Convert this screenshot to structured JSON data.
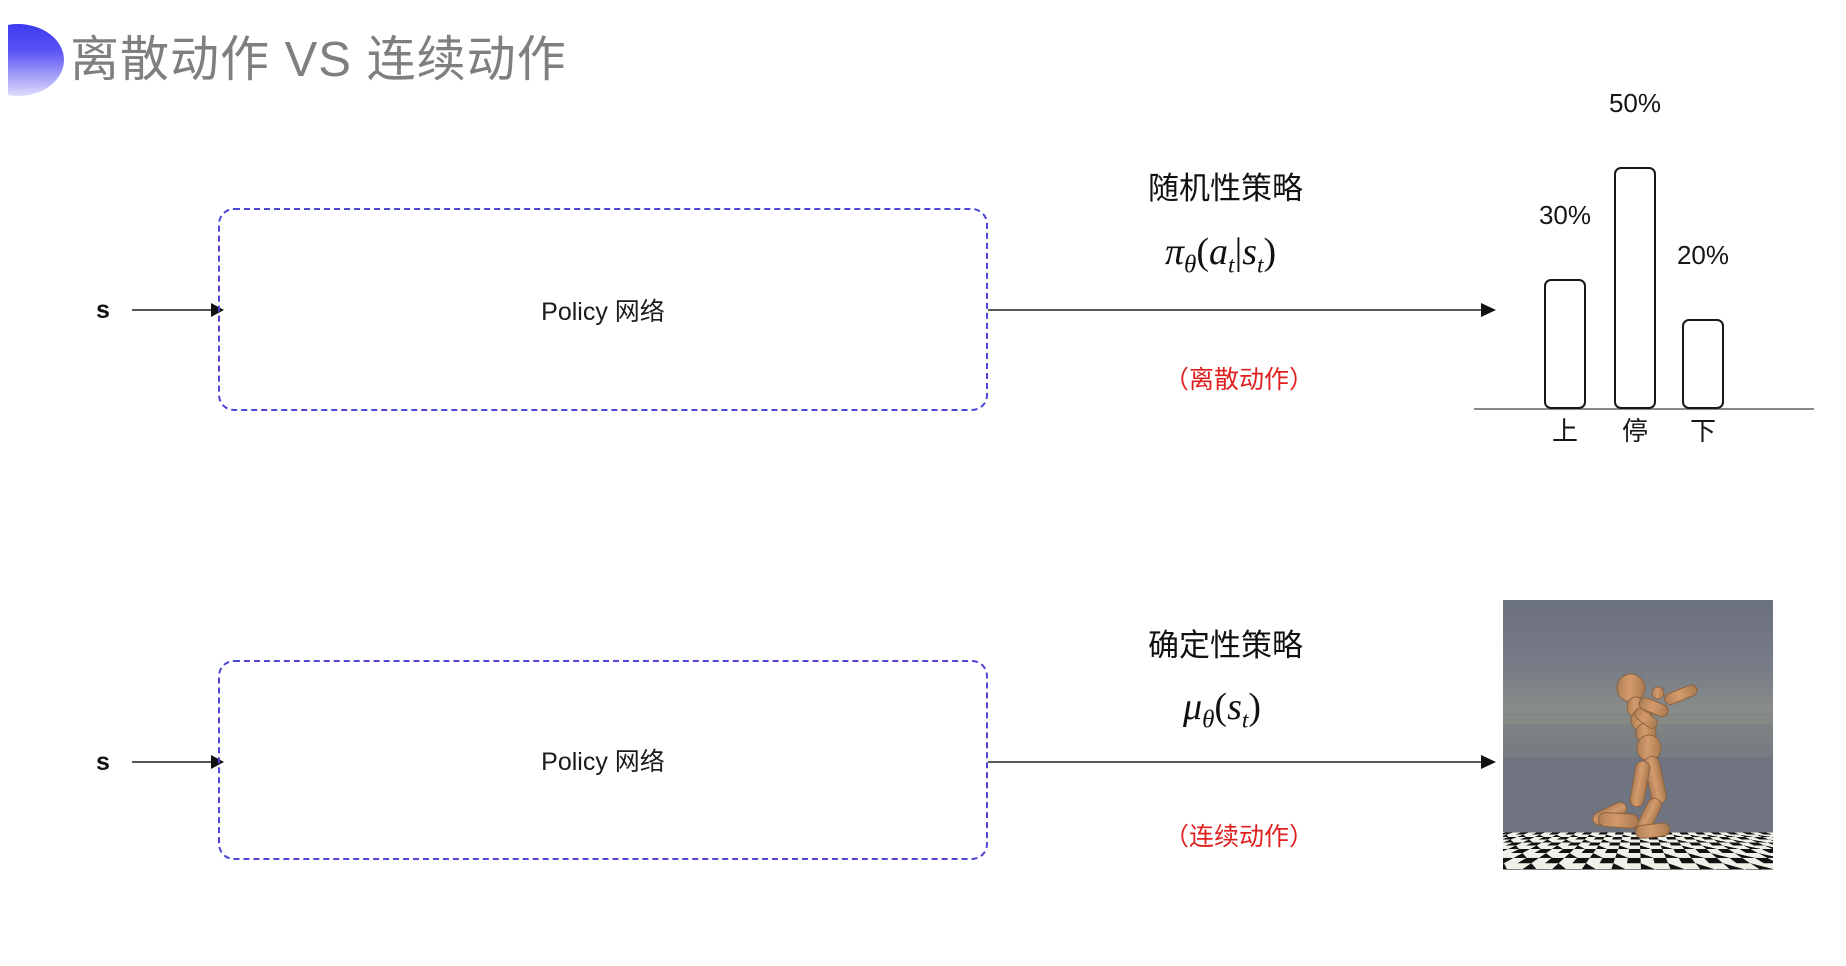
{
  "slide": {
    "title": "离散动作 VS 连续动作",
    "bullet_icon": "half-circle-gradient-icon",
    "title_color": "#7f7f7f",
    "accent_color": "#4d47d6",
    "highlight_color": "#e02020",
    "background": "#ffffff"
  },
  "rows": [
    {
      "id": "discrete",
      "input_label": "s",
      "box_label": "Policy 网络",
      "policy_title": "随机性策略",
      "formula": {
        "fn": "π",
        "subscript": "θ",
        "open": "(",
        "arg1": "a",
        "arg1_sub": "t",
        "bar": "|",
        "arg2": "s",
        "arg2_sub": "t",
        "close": ")"
      },
      "action_type": "（离散动作）"
    },
    {
      "id": "continuous",
      "input_label": "s",
      "box_label": "Policy 网络",
      "policy_title": "确定性策略",
      "formula": {
        "fn": "μ",
        "subscript": "θ",
        "open": "(",
        "arg1": "s",
        "arg1_sub": "t",
        "close": ")"
      },
      "action_type": "（连续动作）"
    }
  ],
  "chart_data": {
    "type": "bar",
    "title": "",
    "categories": [
      "上",
      "停",
      "下"
    ],
    "values": [
      30,
      50,
      20
    ],
    "value_labels": [
      "30%",
      "50%",
      "20%"
    ],
    "xlabel": "",
    "ylabel": "",
    "ylim": [
      0,
      60
    ],
    "grid": false,
    "legend": "none",
    "bar_fill": "#ffffff",
    "bar_stroke": "#181818"
  },
  "simulation": {
    "name": "humanoid-simulation-image",
    "description": "MuJoCo humanoid robot on checkerboard floor",
    "sky_color": "#6f7480",
    "floor_light": "#eef1e8",
    "floor_dark": "#121212",
    "body_color": "#c98f64"
  }
}
